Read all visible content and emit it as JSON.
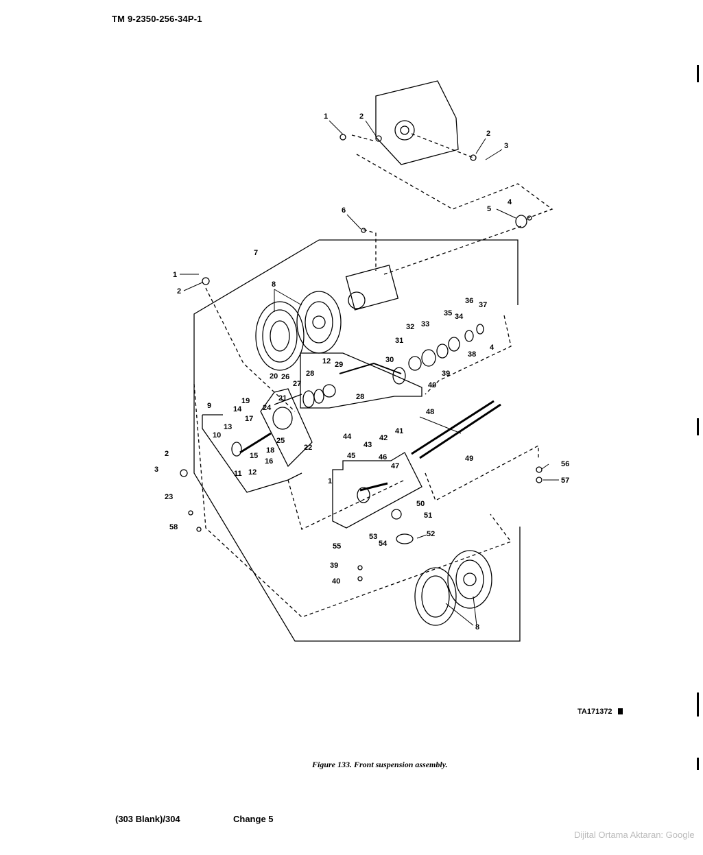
{
  "header": {
    "doc_id": "TM 9-2350-256-34P-1"
  },
  "figure": {
    "callouts": [
      {
        "id": "c1a",
        "text": "1"
      },
      {
        "id": "c2a",
        "text": "2"
      },
      {
        "id": "c2b",
        "text": "2"
      },
      {
        "id": "c3a",
        "text": "3"
      },
      {
        "id": "c4a",
        "text": "4"
      },
      {
        "id": "c5a",
        "text": "5"
      },
      {
        "id": "c6",
        "text": "6"
      },
      {
        "id": "c7",
        "text": "7"
      },
      {
        "id": "c1b",
        "text": "1"
      },
      {
        "id": "c2c",
        "text": "2"
      },
      {
        "id": "c8a",
        "text": "8"
      },
      {
        "id": "c36",
        "text": "36"
      },
      {
        "id": "c37",
        "text": "37"
      },
      {
        "id": "c35",
        "text": "35"
      },
      {
        "id": "c34",
        "text": "34"
      },
      {
        "id": "c33",
        "text": "33"
      },
      {
        "id": "c32",
        "text": "32"
      },
      {
        "id": "c31",
        "text": "31"
      },
      {
        "id": "c38",
        "text": "38"
      },
      {
        "id": "c4b",
        "text": "4"
      },
      {
        "id": "c39a",
        "text": "39"
      },
      {
        "id": "c40a",
        "text": "40"
      },
      {
        "id": "c30",
        "text": "30"
      },
      {
        "id": "c12a",
        "text": "12"
      },
      {
        "id": "c29",
        "text": "29"
      },
      {
        "id": "c28a",
        "text": "28"
      },
      {
        "id": "c28b",
        "text": "28"
      },
      {
        "id": "c26",
        "text": "26"
      },
      {
        "id": "c27",
        "text": "27"
      },
      {
        "id": "c20",
        "text": "20"
      },
      {
        "id": "c21",
        "text": "21"
      },
      {
        "id": "c19",
        "text": "19"
      },
      {
        "id": "c14",
        "text": "14"
      },
      {
        "id": "c24",
        "text": "24"
      },
      {
        "id": "c9",
        "text": "9"
      },
      {
        "id": "c13",
        "text": "13"
      },
      {
        "id": "c17",
        "text": "17"
      },
      {
        "id": "c10",
        "text": "10"
      },
      {
        "id": "c18",
        "text": "18"
      },
      {
        "id": "c25",
        "text": "25"
      },
      {
        "id": "c22",
        "text": "22"
      },
      {
        "id": "c15",
        "text": "15"
      },
      {
        "id": "c16",
        "text": "16"
      },
      {
        "id": "c11",
        "text": "11"
      },
      {
        "id": "c12b",
        "text": "12"
      },
      {
        "id": "c48",
        "text": "48"
      },
      {
        "id": "c41",
        "text": "41"
      },
      {
        "id": "c44",
        "text": "44"
      },
      {
        "id": "c43",
        "text": "43"
      },
      {
        "id": "c42",
        "text": "42"
      },
      {
        "id": "c49",
        "text": "49"
      },
      {
        "id": "c2d",
        "text": "2"
      },
      {
        "id": "c3b",
        "text": "3"
      },
      {
        "id": "c45",
        "text": "45"
      },
      {
        "id": "c46",
        "text": "46"
      },
      {
        "id": "c47",
        "text": "47"
      },
      {
        "id": "c1c",
        "text": "1"
      },
      {
        "id": "c56",
        "text": "56"
      },
      {
        "id": "c57",
        "text": "57"
      },
      {
        "id": "c23",
        "text": "23"
      },
      {
        "id": "c58",
        "text": "58"
      },
      {
        "id": "c50",
        "text": "50"
      },
      {
        "id": "c51",
        "text": "51"
      },
      {
        "id": "c55",
        "text": "55"
      },
      {
        "id": "c53",
        "text": "53"
      },
      {
        "id": "c52",
        "text": "52"
      },
      {
        "id": "c54",
        "text": "54"
      },
      {
        "id": "c39b",
        "text": "39"
      },
      {
        "id": "c40b",
        "text": "40"
      },
      {
        "id": "c8b",
        "text": "8"
      }
    ]
  },
  "ta_number": "TA171372",
  "caption": "Figure 133.  Front suspension assembly.",
  "footer": {
    "page": "(303 Blank)/304",
    "change": "Change 5"
  },
  "watermark": "Dijital Ortama Aktaran: Google"
}
